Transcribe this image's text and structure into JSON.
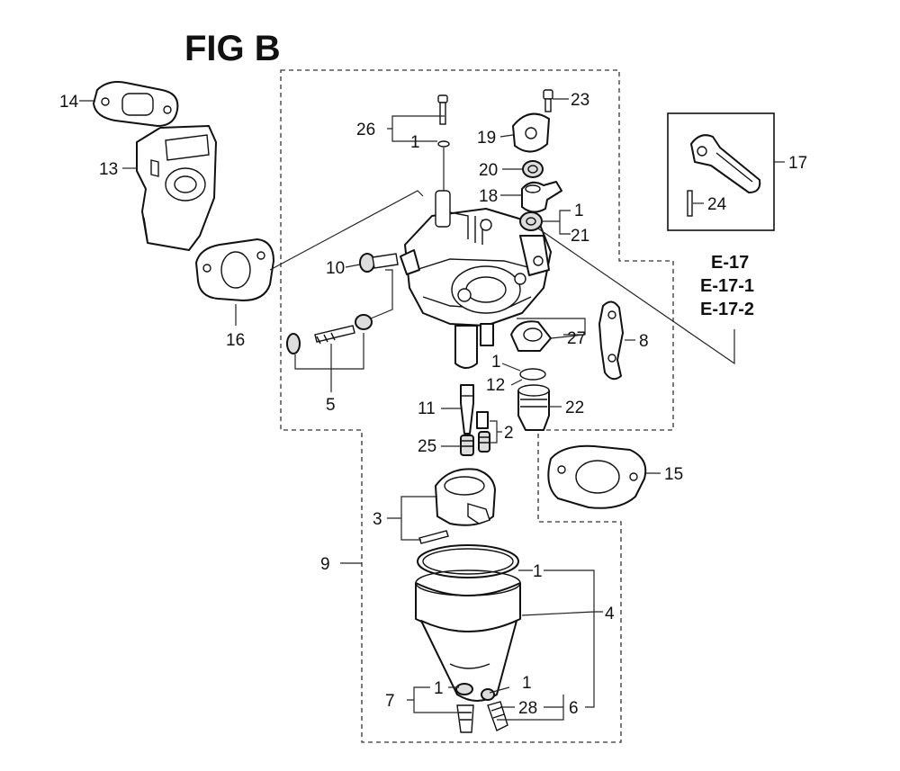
{
  "figure": {
    "title": "FIG B",
    "callouts": {
      "c14": "14",
      "c13": "13",
      "c16": "16",
      "c26": "26",
      "c26_qty": "1",
      "c23": "23",
      "c19": "19",
      "c20": "20",
      "c18": "18",
      "c18_qty": "1",
      "c21": "21",
      "c10": "10",
      "c5": "5",
      "c27": "27",
      "c8": "8",
      "c12_qty": "1",
      "c12": "12",
      "c11": "11",
      "c22": "22",
      "c2": "2",
      "c25": "25",
      "c17": "17",
      "c24": "24",
      "c15": "15",
      "c3": "3",
      "c9": "9",
      "c4_qty_top": "1",
      "c4": "4",
      "c7_qty": "1",
      "c7": "7",
      "c6_qty": "1",
      "c28": "28",
      "c6": "6"
    },
    "references": [
      "E-17",
      "E-17-1",
      "E-17-2"
    ]
  }
}
